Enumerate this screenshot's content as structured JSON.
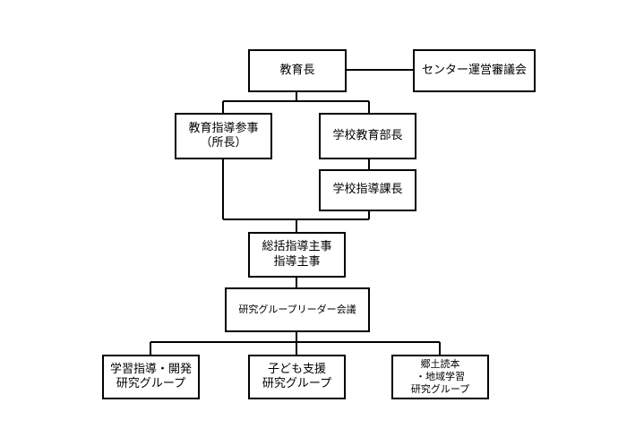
{
  "nodes": {
    "superintendent": {
      "lines": [
        "教育長"
      ]
    },
    "center_council": {
      "lines": [
        "センター運営審議会"
      ]
    },
    "education_advisor": {
      "lines": [
        "教育指導参事",
        "（所長）"
      ]
    },
    "school_education_director": {
      "lines": [
        "学校教育部長"
      ]
    },
    "school_guidance_chief": {
      "lines": [
        "学校指導課長"
      ]
    },
    "chief_supervisor": {
      "lines": [
        "総括指導主事",
        "指導主事"
      ]
    },
    "leader_meeting": {
      "lines": [
        "研究グループリーダー会議"
      ]
    },
    "group_learning": {
      "lines": [
        "学習指導・開発",
        "研究グループ"
      ]
    },
    "group_child_support": {
      "lines": [
        "子ども支援",
        "研究グループ"
      ]
    },
    "group_local_reader": {
      "lines": [
        "郷土読本",
        "・地域学習",
        "研究グループ"
      ]
    }
  }
}
